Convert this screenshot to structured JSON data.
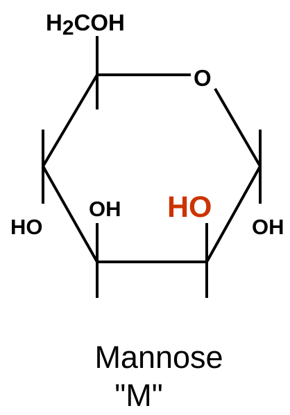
{
  "molecule": {
    "name": "Mannose",
    "abbreviation": "\"M\"",
    "ring_oxygen": "O",
    "substituents": {
      "c6_group_h": "H",
      "c6_group_sub": "2",
      "c6_group_rest": "COH",
      "c4_hydroxyl": "HO",
      "c3_hydroxyl": "OH",
      "c2_hydroxyl": "HO",
      "c1_hydroxyl": "OH"
    }
  },
  "colors": {
    "bond": "#000000",
    "text": "#000000",
    "highlight": "#cc3300"
  }
}
